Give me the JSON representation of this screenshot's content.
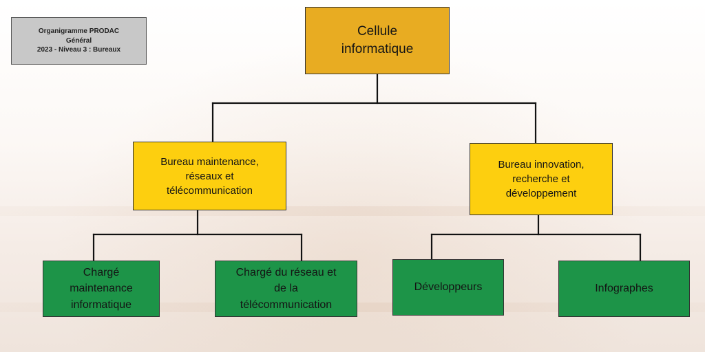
{
  "legend": {
    "text": "Organigramme PRODAC\nGénéral\n2023 - Niveau 3 : Bureaux"
  },
  "top": {
    "label": "Cellule\ninformatique"
  },
  "bureaus": [
    {
      "label": "Bureau maintenance,\nréseaux et\ntélécommunication",
      "children": [
        {
          "label": "Chargé\nmaintenance\ninformatique"
        },
        {
          "label": "Chargé du réseau et\nde la\ntélécommunication"
        }
      ]
    },
    {
      "label": "Bureau innovation,\nrecherche et\ndéveloppement",
      "children": [
        {
          "label": "Développeurs"
        },
        {
          "label": "Infographes"
        }
      ]
    }
  ],
  "colors": {
    "top_fill": "#e8ac22",
    "bureau_fill": "#fdcf0f",
    "leaf_fill": "#1d9448",
    "legend_fill": "#c8c8c8",
    "connector": "#111111"
  }
}
